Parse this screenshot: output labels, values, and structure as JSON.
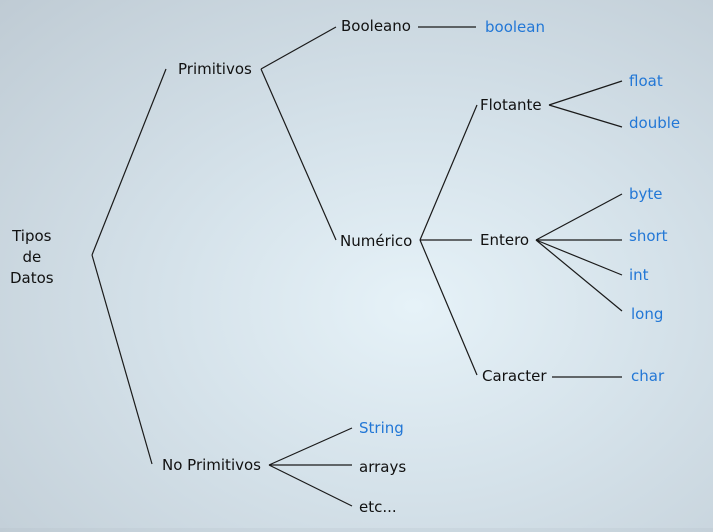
{
  "root": {
    "line1": "Tipos",
    "line2": "de",
    "line3": "Datos"
  },
  "primitivos": "Primitivos",
  "no_primitivos": "No Primitivos",
  "booleano": "Booleano",
  "boolean": "boolean",
  "numerico": "Numérico",
  "flotante": "Flotante",
  "float": "float",
  "double": "double",
  "entero": "Entero",
  "byte": "byte",
  "short": "short",
  "int": "int",
  "long": "long",
  "caracter": "Caracter",
  "char": "char",
  "string": "String",
  "arrays": "arrays",
  "etc": "etc...",
  "colors": {
    "keyword": "#2277d6",
    "text": "#111111",
    "line": "#1a1a1a"
  }
}
